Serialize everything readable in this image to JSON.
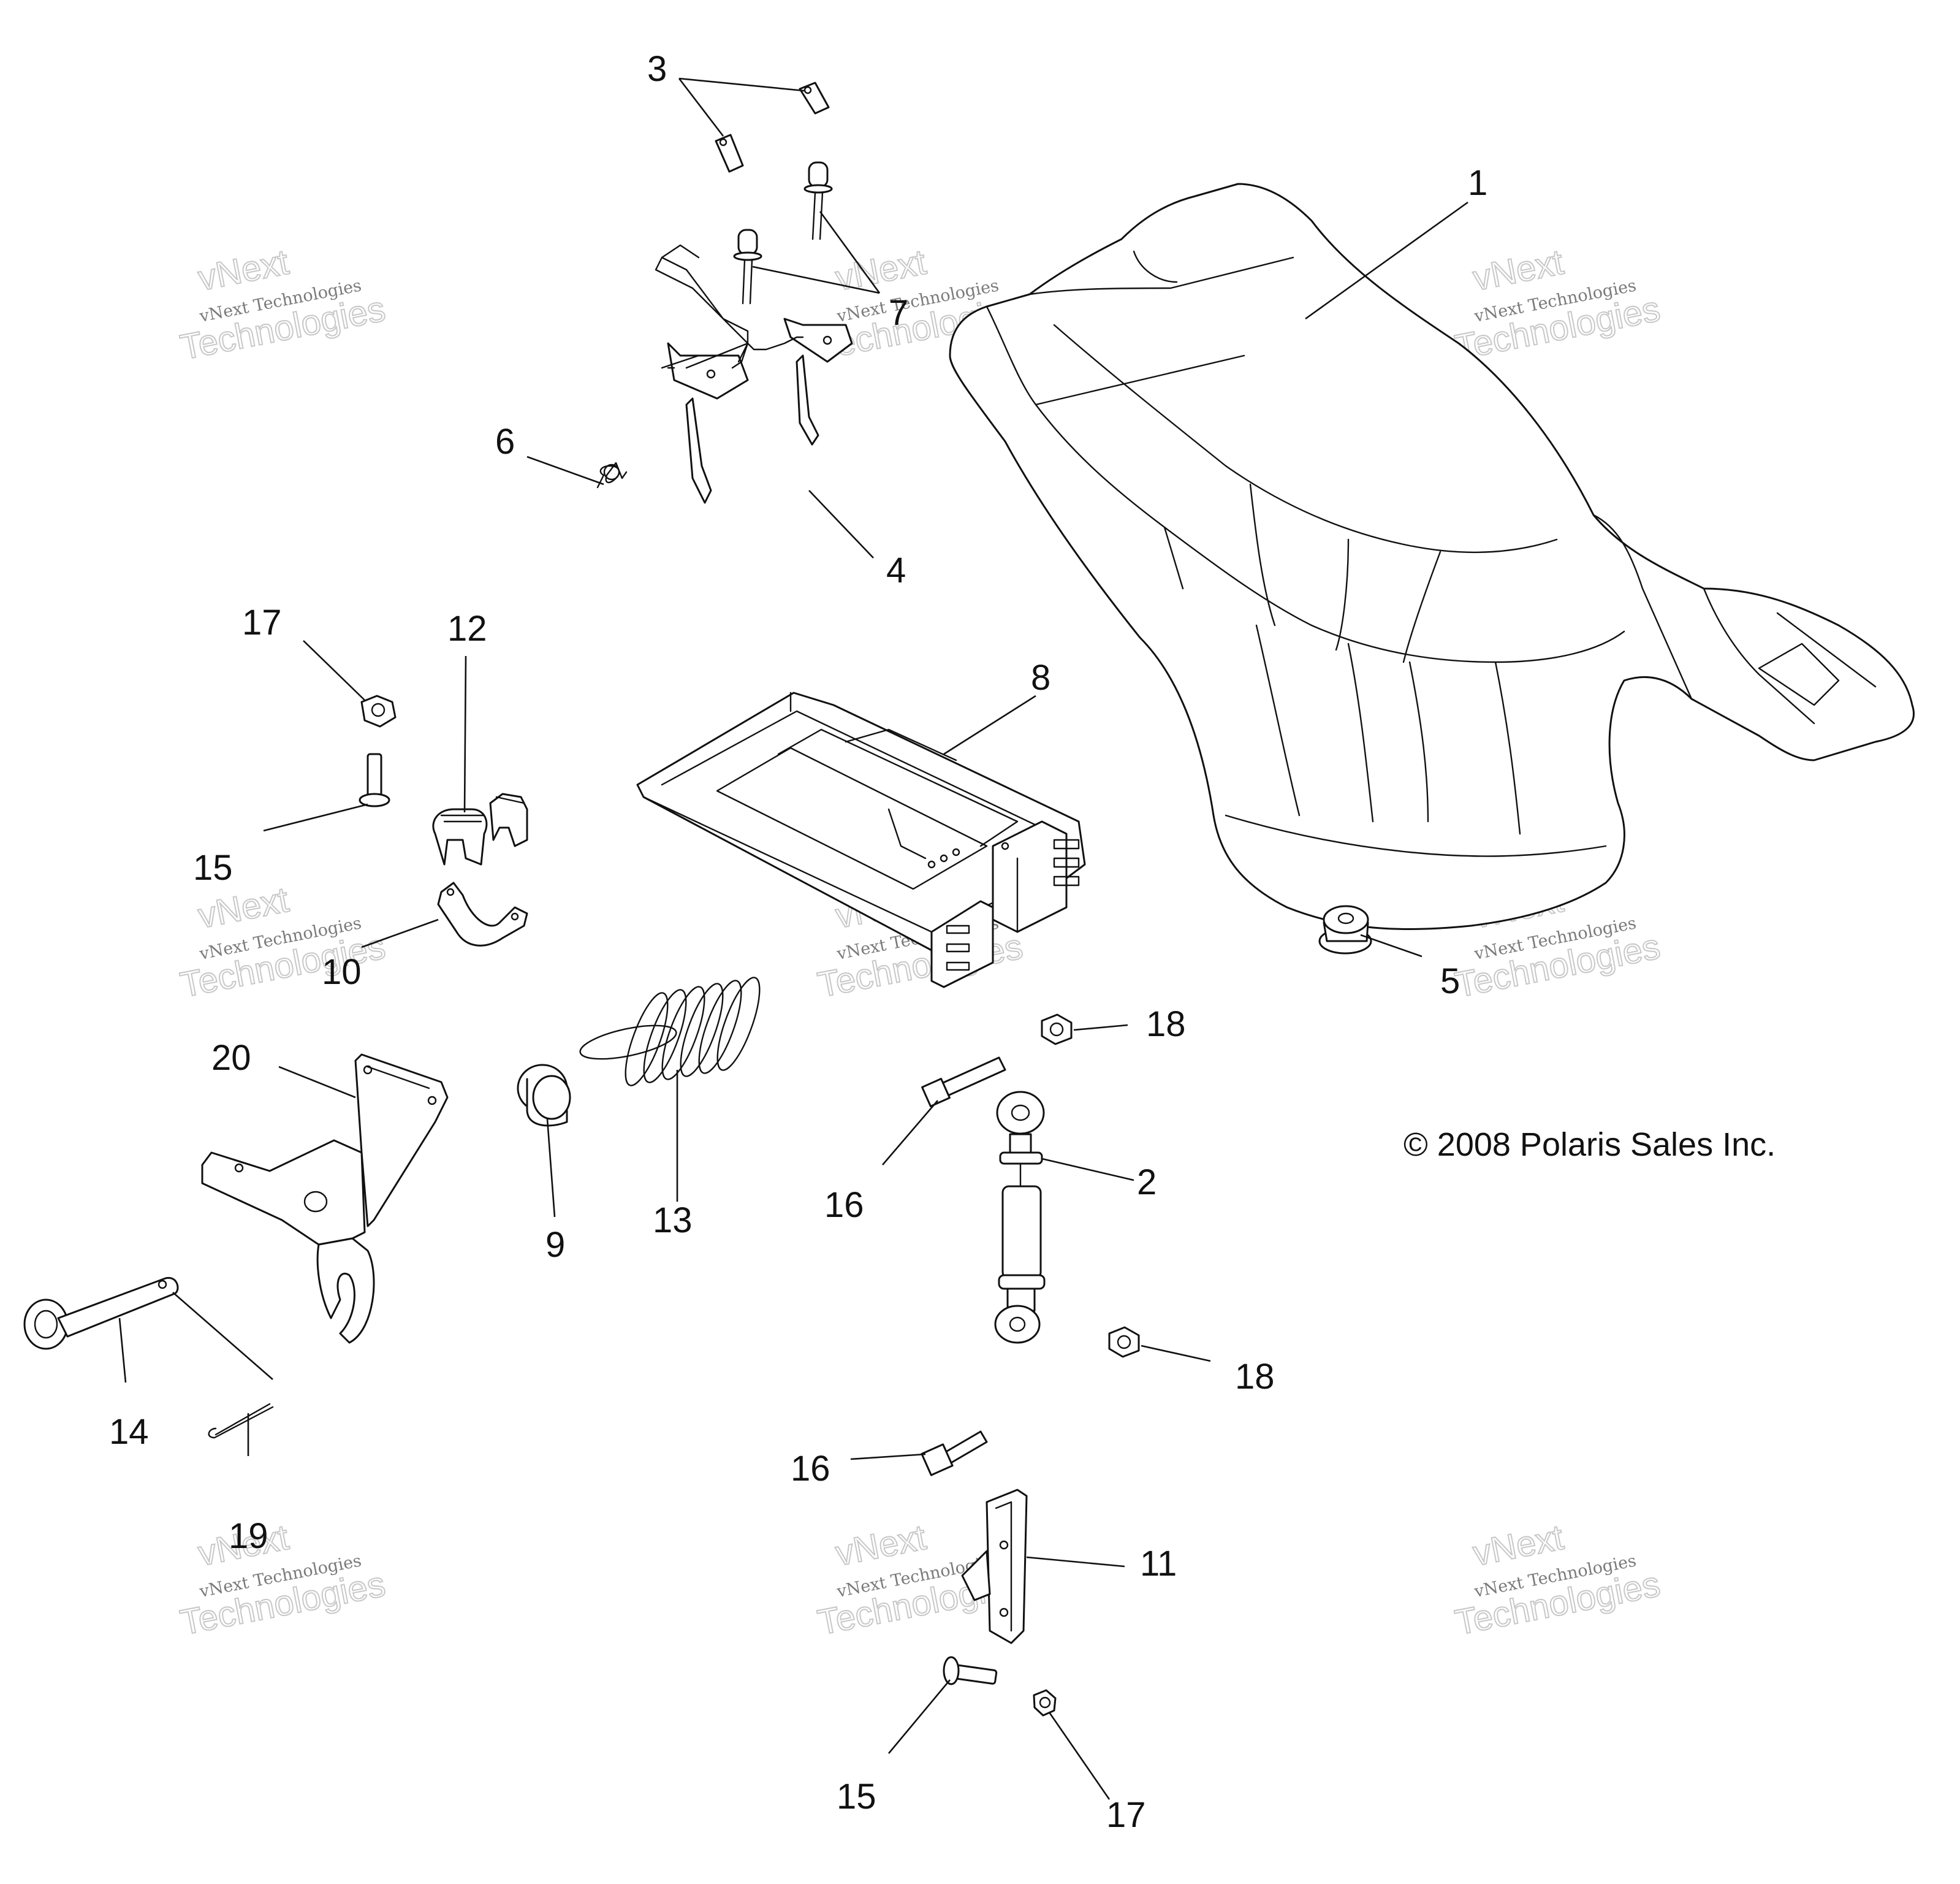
{
  "copyright": "© 2008 Polaris Sales Inc.",
  "watermark": {
    "line_top": "vNext",
    "line_main": "vNext Technologies",
    "line_big": "Technologies"
  },
  "callouts": [
    {
      "id": "c1",
      "label": "1"
    },
    {
      "id": "c2",
      "label": "2"
    },
    {
      "id": "c3",
      "label": "3"
    },
    {
      "id": "c4",
      "label": "4"
    },
    {
      "id": "c5",
      "label": "5"
    },
    {
      "id": "c6",
      "label": "6"
    },
    {
      "id": "c7",
      "label": "7"
    },
    {
      "id": "c8",
      "label": "8"
    },
    {
      "id": "c9",
      "label": "9"
    },
    {
      "id": "c10",
      "label": "10"
    },
    {
      "id": "c11",
      "label": "11"
    },
    {
      "id": "c12",
      "label": "12"
    },
    {
      "id": "c13",
      "label": "13"
    },
    {
      "id": "c14",
      "label": "14"
    },
    {
      "id": "c15a",
      "label": "15"
    },
    {
      "id": "c15b",
      "label": "15"
    },
    {
      "id": "c16a",
      "label": "16"
    },
    {
      "id": "c16b",
      "label": "16"
    },
    {
      "id": "c17a",
      "label": "17"
    },
    {
      "id": "c17b",
      "label": "17"
    },
    {
      "id": "c18a",
      "label": "18"
    },
    {
      "id": "c18b",
      "label": "18"
    },
    {
      "id": "c19",
      "label": "19"
    },
    {
      "id": "c20",
      "label": "20"
    }
  ]
}
